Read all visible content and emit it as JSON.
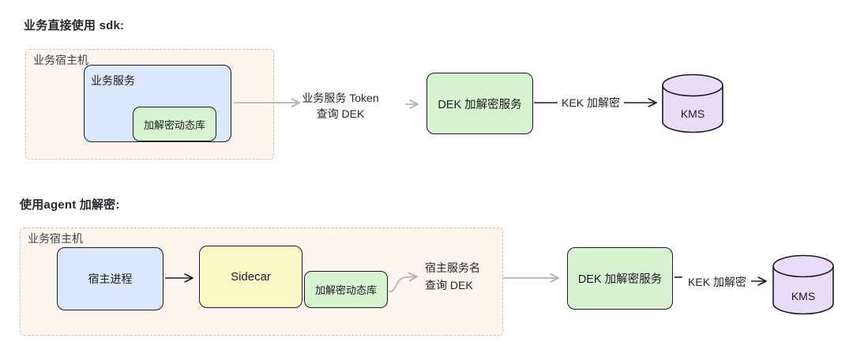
{
  "colors": {
    "box_border": "#1a1d21",
    "blue_fill": "#dbe8fd",
    "green_fill": "#d8f3d0",
    "yellow_fill": "#fafac8",
    "purple_fill": "#e8dcf8",
    "host_fill": "#fdf6ef",
    "host_border": "#c9c3bc",
    "gray_arrow": "#b5b5b5",
    "black_arrow": "#1a1d21",
    "title_text": "#24292f"
  },
  "flow1": {
    "title": "业务直接使用 sdk:",
    "host": {
      "label": "业务宿主机"
    },
    "service_box": {
      "label": "业务服务"
    },
    "lib_box": {
      "label": "加解密动态库"
    },
    "query_label": {
      "line1": "业务服务 Token",
      "line2": "查询 DEK"
    },
    "dek_box": {
      "label": "DEK 加解密服务"
    },
    "kek_label": "KEK 加解密",
    "kms": {
      "label": "KMS"
    }
  },
  "flow2": {
    "title": "使用agent 加解密:",
    "host": {
      "label": "业务宿主机"
    },
    "process_box": {
      "label": "宿主进程"
    },
    "sidecar_box": {
      "label": "Sidecar"
    },
    "lib_box": {
      "label": "加解密动态库"
    },
    "query_label": {
      "line1": "宿主服务名",
      "line2": "查询 DEK"
    },
    "dek_box": {
      "label": "DEK 加解密服务"
    },
    "kek_label": "KEK 加解密",
    "kms": {
      "label": "KMS"
    }
  }
}
